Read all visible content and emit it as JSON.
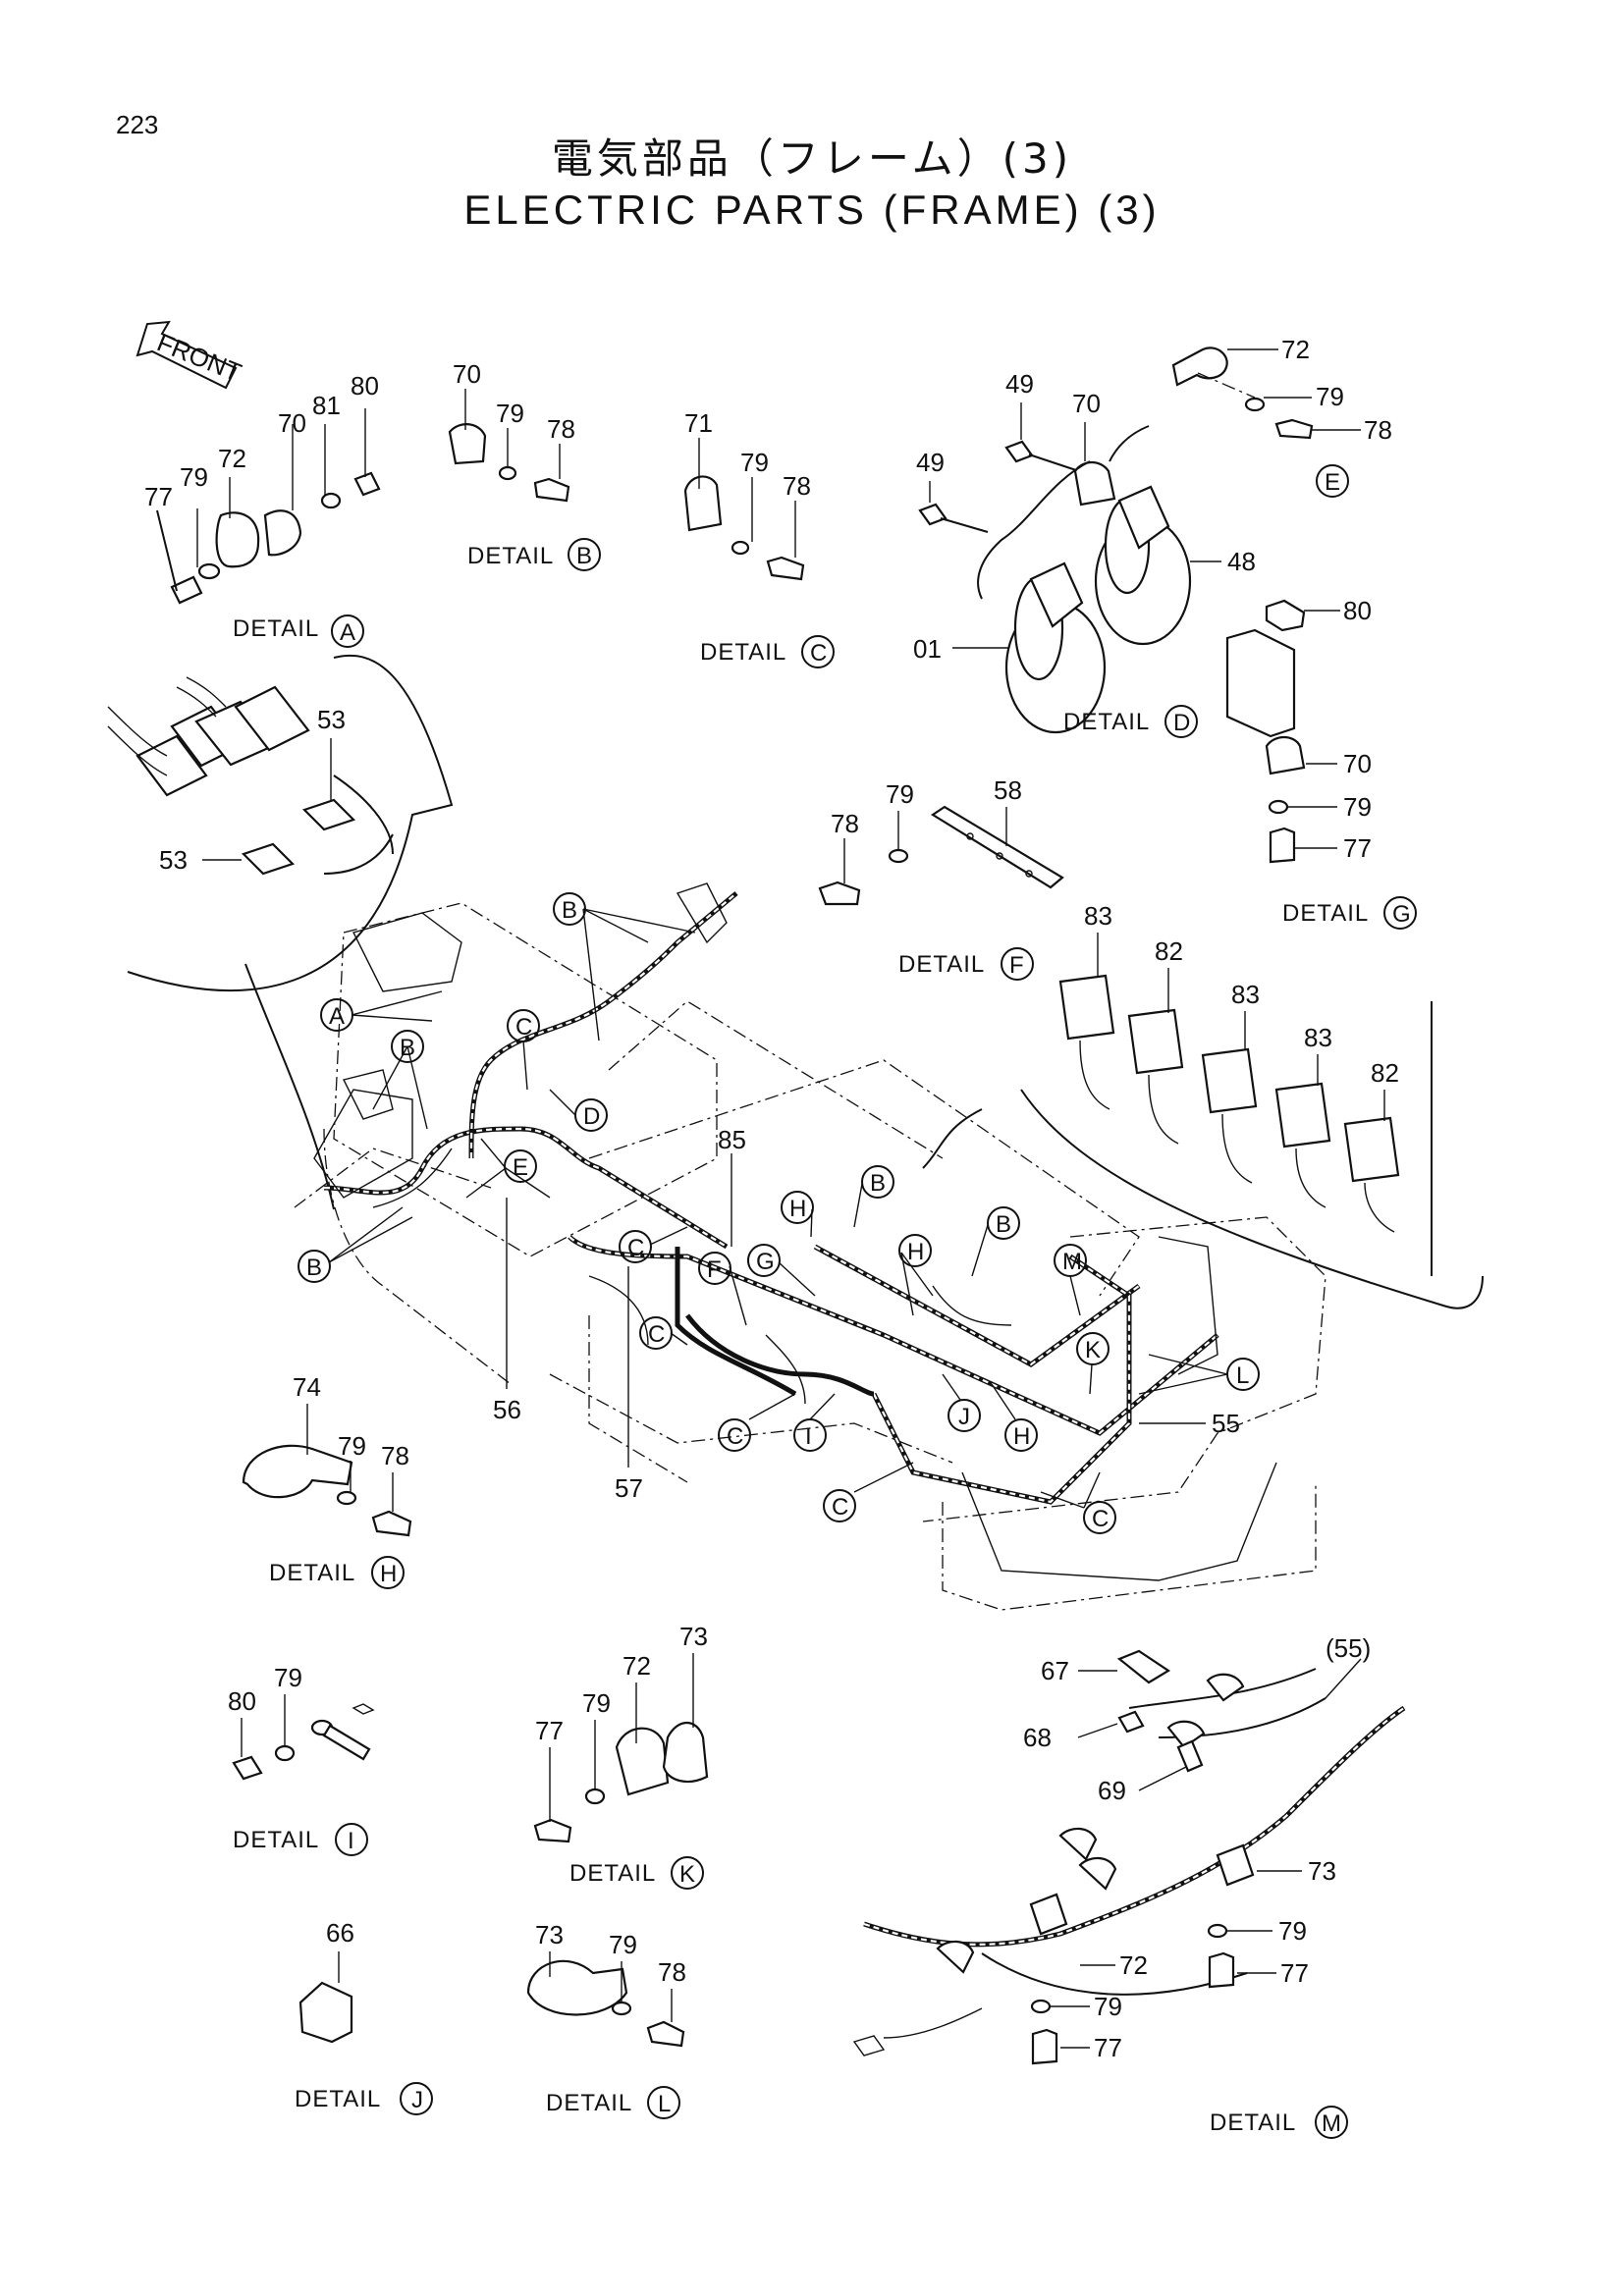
{
  "page_number": "223",
  "title_jp": "電気部品（フレーム）(3)",
  "title_en": "ELECTRIC PARTS (FRAME) (3)",
  "front_label": "FRONT",
  "detail_word": "DETAIL",
  "details": {
    "A": {
      "letter": "A",
      "parts": [
        "77",
        "79",
        "72",
        "70",
        "81",
        "80"
      ]
    },
    "B": {
      "letter": "B",
      "parts": [
        "70",
        "79",
        "78"
      ]
    },
    "C": {
      "letter": "C",
      "parts": [
        "71",
        "79",
        "78"
      ]
    },
    "D": {
      "letter": "D",
      "parts": [
        "49",
        "70",
        "49",
        "48",
        "01"
      ]
    },
    "E": {
      "letter": "E",
      "parts": [
        "72",
        "79",
        "78"
      ]
    },
    "F": {
      "letter": "F",
      "parts": [
        "78",
        "79",
        "58"
      ]
    },
    "G": {
      "letter": "G",
      "parts": [
        "80",
        "70",
        "79",
        "77"
      ]
    },
    "H": {
      "letter": "H",
      "parts": [
        "74",
        "79",
        "78"
      ]
    },
    "I": {
      "letter": "I",
      "parts": [
        "80",
        "79"
      ]
    },
    "J": {
      "letter": "J",
      "parts": [
        "66"
      ]
    },
    "K": {
      "letter": "K",
      "parts": [
        "77",
        "79",
        "72",
        "73"
      ]
    },
    "L": {
      "letter": "L",
      "parts": [
        "73",
        "79",
        "78"
      ]
    },
    "M": {
      "letter": "M",
      "parts": [
        "67",
        "68",
        "69",
        "(55)",
        "73",
        "79",
        "77",
        "72",
        "79",
        "77"
      ]
    }
  },
  "main_labels": {
    "relay_a": "53",
    "relay_b": "53",
    "harness_85": "85",
    "harness_56": "56",
    "harness_57": "57",
    "harness_55": "55",
    "relay_83a": "83",
    "relay_82a": "82",
    "relay_83b": "83",
    "relay_83c": "83",
    "relay_82b": "82"
  },
  "callouts": [
    "A",
    "B",
    "C",
    "D",
    "E",
    "B",
    "B",
    "C",
    "F",
    "G",
    "H",
    "H",
    "B",
    "B",
    "M",
    "K",
    "L",
    "C",
    "C",
    "I",
    "J",
    "H",
    "C",
    "C"
  ]
}
